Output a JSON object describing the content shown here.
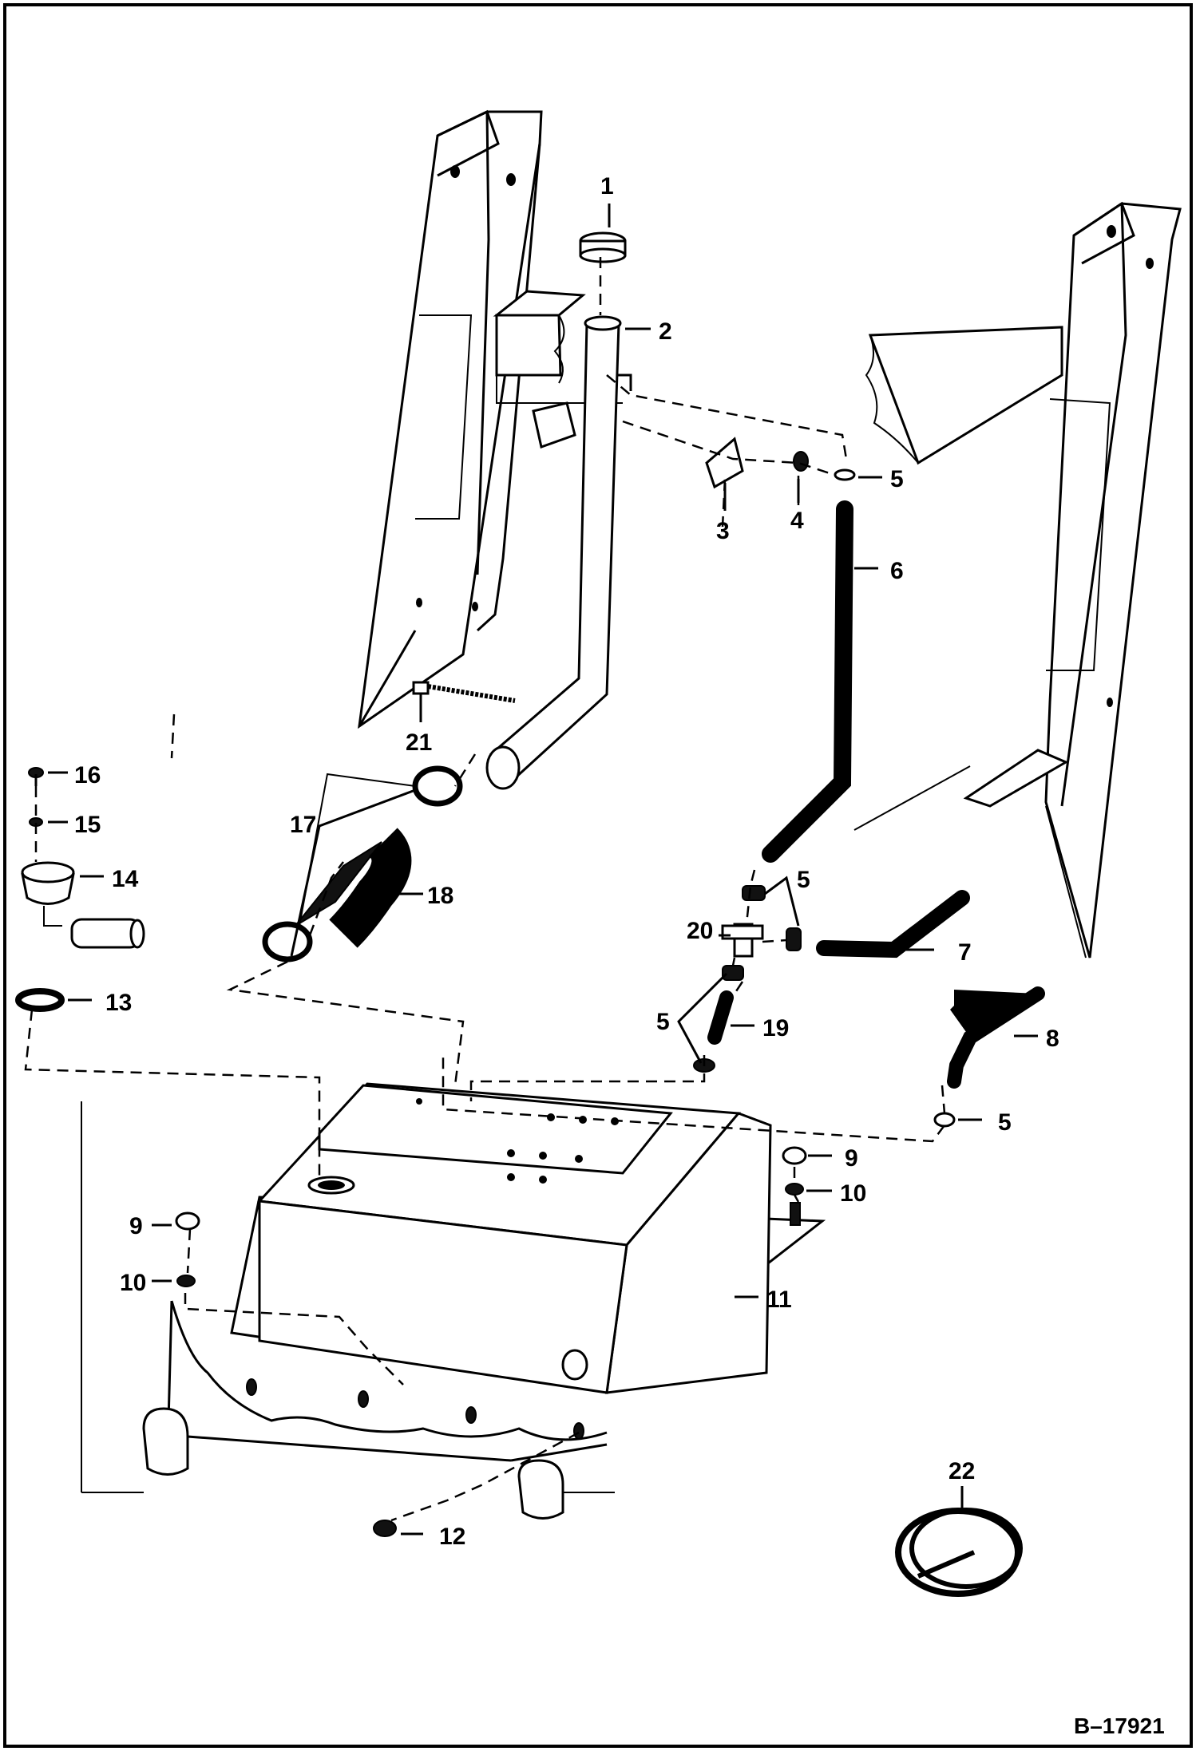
{
  "diagram": {
    "callouts": [
      "1",
      "2",
      "3",
      "4",
      "5",
      "6",
      "5",
      "7",
      "20",
      "19",
      "5",
      "8",
      "5",
      "9",
      "10",
      "11",
      "9",
      "10",
      "12",
      "13",
      "14",
      "15",
      "16",
      "17",
      "18",
      "21",
      "22"
    ],
    "doc_number": "B–17921"
  }
}
